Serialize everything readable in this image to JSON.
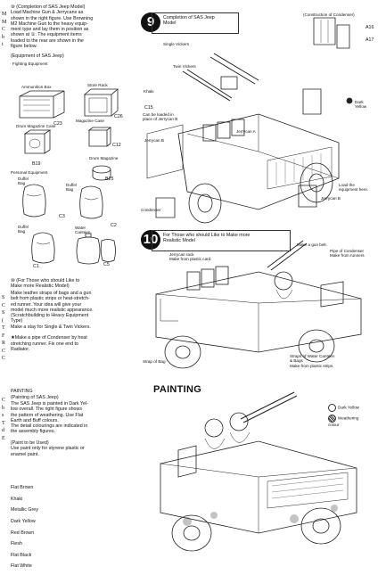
{
  "left_edge": {
    "top": "M\nM\nC\nb\nt",
    "middle": "S\nC\nS\n(\nT\nF\nR\nC\nC",
    "bottom": "C\nb\ns\nT\nd\nE"
  },
  "left": {
    "step_text": "⑨ (Completion of SAS Jeep Model)\nLoad Machine Gun & Jerrycans as\nshown in the right figure. Use Browning\nM2 Machine Gun to the heavy equip-\nment type and lay them in position as\nshown at ①. The equipment items\nloaded to the rear are shown in the\nfigure below.",
    "equipment_heading": "(Equipment of SAS Jeep)",
    "fighting_equipment": "Fighting Equipment",
    "ammunition_box": "Ammunition Box",
    "store_rack": "Store Rack",
    "c23": "C23",
    "magazine_case": "Magazine Case",
    "c26": "C26",
    "drum_magazine_case": "Drum Magazine Case",
    "c12": "C12",
    "drum_magazine": "Drum Magazine",
    "b19": "B19",
    "b25": "B25",
    "personal_equipment": "Personal Equipment",
    "duffel_bag_1": "Duffel\nBag",
    "duffel_bag_2": "Duffel\nBag",
    "duffel_bag_3": "Duffel\nBag",
    "c3": "C3",
    "c2": "C2",
    "water_canteen": "Water\nCanteen",
    "c1": "C1",
    "c5": "C5",
    "realistic_heading": "⑩ (For Those who should Like to\n     Make more Realistic Model)",
    "realistic_text": "Make leather straps of bags and a gun\nbelt from plastic strips or heat-stretch-\ned runner. Your idea will give your\nmodel much more realistic appearance.\n(Scratchbuilding to Heavy Equipment\n          Type)\nMake a stay for Single & Twin Vickers.\n\n★Make a pipe of Condenser by heat\nstretching runner. Fix one end to\nRadiator.",
    "painting_heading": "PAINTING",
    "painting_sub": "(Painting of SAS Jeep)",
    "painting_text": "The SAS Jeep is painted in Dark Yel-\nlow overall. The right figure shows\nthe pattern of weathering. Use Flat\nEarth and Buff colours.\nThe detail colourings are indicated in\nthe assembly figures.\n\n(Paint to be Used)\nUse paint only for styrene plastic or\nenamel paint.",
    "paints": [
      "Flat Brown",
      "Khaki",
      "Metallic Grey",
      "Dark Yellow",
      "Red Brown",
      "Flesh",
      "Flat Black",
      "Flat White"
    ]
  },
  "step9": {
    "number": "9",
    "title": "Completion of SAS Jeep\nModel",
    "construction": "(Construction of Condenser)",
    "a16": "A16",
    "a17": "A17",
    "single_vickers": "Single Vickers",
    "twin_vickers": "Twin Vickers",
    "dark_yellow": "Dark\nYellow",
    "khaki": "Khaki",
    "c15": "C15",
    "loaded_note": "Can be loaded in\nplace of Jerrycan B",
    "jerrycan_a": "Jerrycan A",
    "jerrycan_b": "Jerrycan B",
    "condenser": "Condenser",
    "load_equipment": "Load the\nequipment here.",
    "jerrycan_b2": "Jerrycan B"
  },
  "step10": {
    "number": "10",
    "title": "For Those who should Like to Make more\nRealistic Model",
    "make_gun_belt": "Make a gun belt.",
    "jerrycan_rack": "Jerrycan rack\nMake from plastic card.",
    "pipe_condenser": "Pipe of Condenser\nMake from runners",
    "strap_of_bag": "Strap of Bag",
    "straps_water": "Straps of Water Canteen\n& Bags\nMake from plastic strips."
  },
  "painting": {
    "heading": "PAINTING",
    "legend_dark_yellow": "Dark Yellow",
    "legend_weathering": "Weathering\ncolour"
  }
}
